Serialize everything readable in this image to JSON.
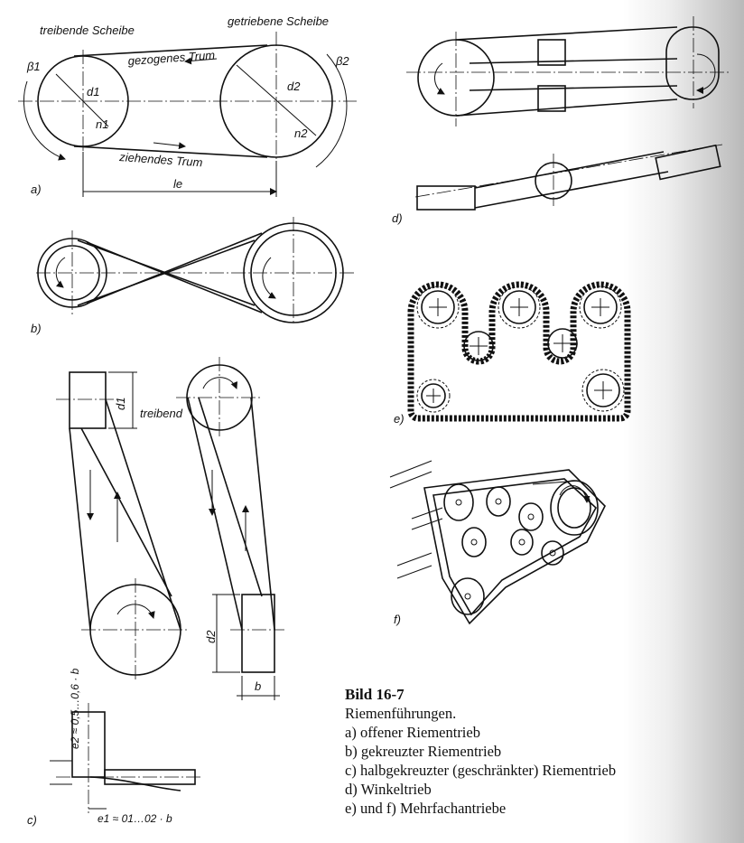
{
  "figure": {
    "title": "Bild 16-7",
    "subtitle": "Riemenführungen.",
    "items": [
      {
        "key": "a)",
        "text": "offener Riementrieb"
      },
      {
        "key": "b)",
        "text": "gekreuzter Riementrieb"
      },
      {
        "key": "c)",
        "text": "halbgekreuzter (geschränkter) Riementrieb"
      },
      {
        "key": "d)",
        "text": "Winkeltrieb"
      },
      {
        "key": "e)",
        "text": "und f) Mehrfachantriebe"
      }
    ]
  },
  "labels": {
    "panel_a": "a)",
    "panel_b": "b)",
    "panel_c": "c)",
    "panel_d": "d)",
    "panel_e": "e)",
    "panel_f": "f)",
    "treibende_scheibe": "treibende Scheibe",
    "getriebene_scheibe": "getriebene Scheibe",
    "gezogenes_trum": "gezogenes Trum",
    "ziehendes_trum": "ziehendes Trum",
    "beta1": "β1",
    "beta2": "β2",
    "d1": "d1",
    "d2": "d2",
    "n1": "n1",
    "n2": "n2",
    "le": "le",
    "treibend": "treibend",
    "b": "b",
    "e2": "e2 ≈ 0,5…0,6 · b",
    "e1": "e1 ≈ 01…02 · b"
  }
}
